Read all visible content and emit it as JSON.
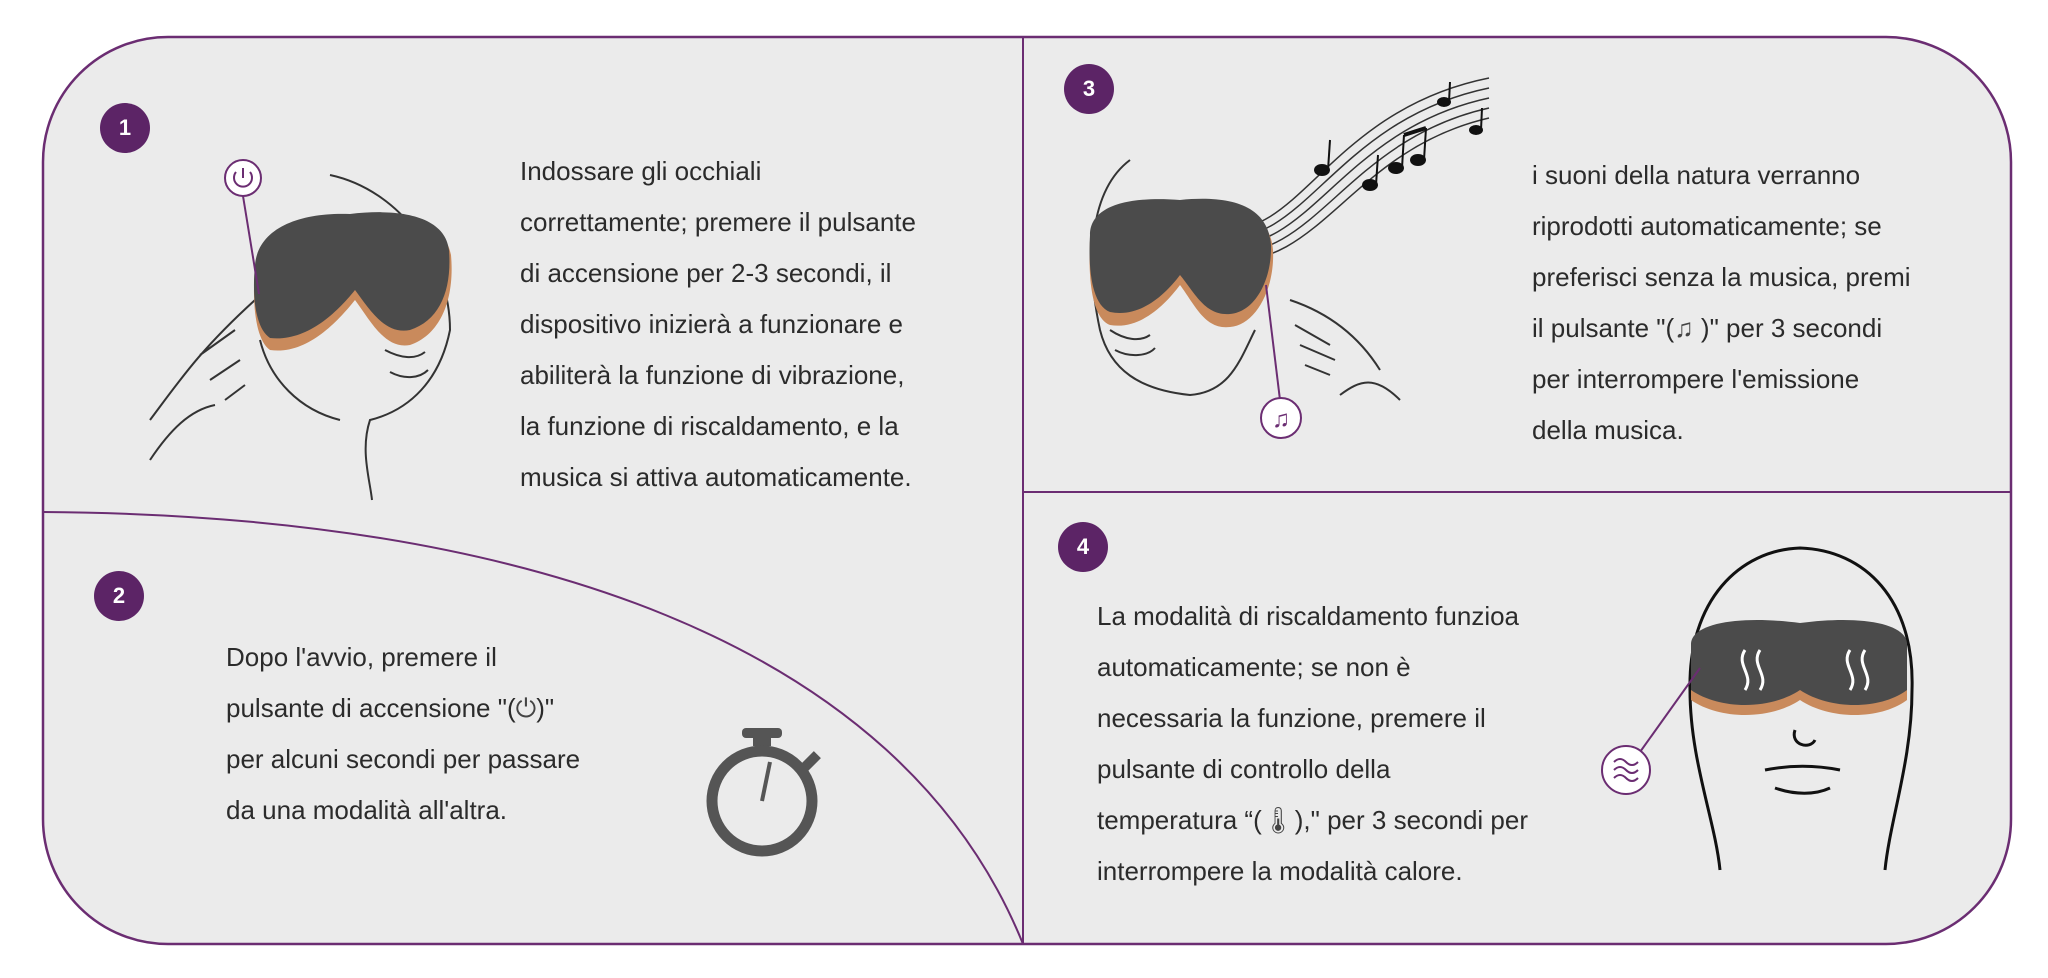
{
  "steps": [
    {
      "number": "1",
      "lines": [
        "Indossare gli occhiali",
        "correttamente; premere il pulsante",
        "di accensione per 2-3 secondi, il",
        "dispositivo inizierà a funzionare e",
        "abiliterà la funzione di vibrazione,",
        "la funzione di riscaldamento, e la",
        "musica si attiva automaticamente."
      ]
    },
    {
      "number": "2",
      "lines": [
        "Dopo l'avvio, premere il",
        {
          "before": "pulsante di accensione \"(",
          "icon": "power-icon",
          "after": ")\""
        },
        "per alcuni secondi per passare",
        "da una modalità all'altra."
      ]
    },
    {
      "number": "3",
      "lines": [
        "i suoni della natura verranno",
        "riprodotti automaticamente; se",
        "preferisci senza la musica, premi",
        {
          "before": "il pulsante \"(",
          "icon": "music-note-icon",
          "after": " )\" per 3 secondi"
        },
        "per interrompere l'emissione",
        "della musica."
      ]
    },
    {
      "number": "4",
      "lines": [
        "La modalità di riscaldamento funzioa",
        "automaticamente; se non è",
        "necessaria la funzione, premere il",
        "pulsante di controllo della",
        {
          "before": "temperatura “(",
          "icon": "thermometer-icon",
          "after": "),\"   per 3 secondi per"
        },
        "interrompere la modalità calore."
      ]
    }
  ],
  "colors": {
    "accent": "#5c2466",
    "panel": "#ebebeb",
    "goggles": "#4b4b4b",
    "trim": "#c98a5c"
  }
}
